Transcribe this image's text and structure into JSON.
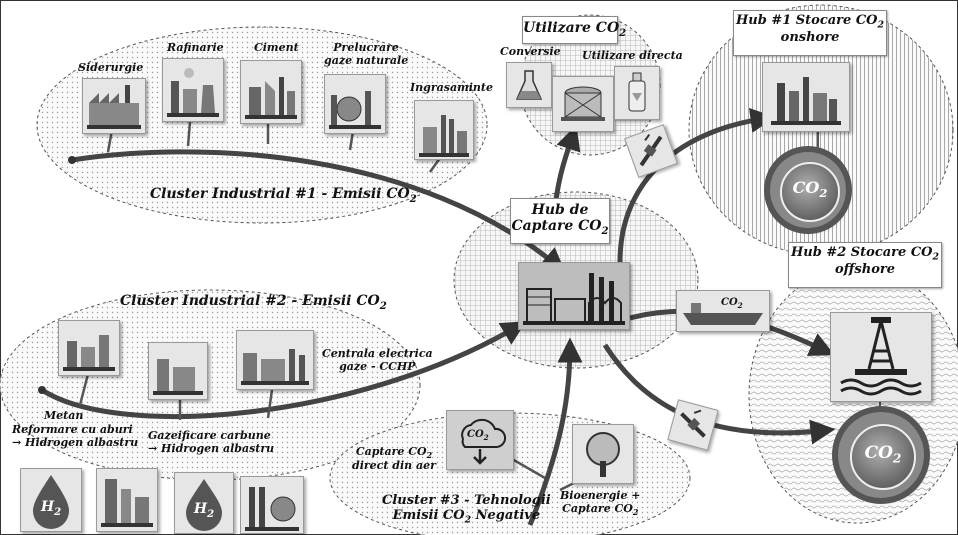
{
  "title_box": {
    "text": "Utilizare CO",
    "sub": "2"
  },
  "utilizare": {
    "conversie": "Conversie",
    "directa": "Utilizare directa"
  },
  "hub1": {
    "line1": "Hub #1 Stocare CO",
    "sub": "2",
    "line2": "onshore",
    "disc_text": "CO",
    "disc_sub": "2"
  },
  "hub2": {
    "line1": "Hub #2 Stocare CO",
    "sub": "2",
    "line2": "offshore",
    "disc_text": "CO",
    "disc_sub": "2"
  },
  "capture_hub": {
    "line1": "Hub de",
    "line2": "Captare CO",
    "sub": "2"
  },
  "ship_label": {
    "text": "CO",
    "sub": "2"
  },
  "cluster1": {
    "title": "Cluster Industrial #1 - Emisii CO",
    "sub": "2",
    "items": [
      "Siderurgie",
      "Rafinarie",
      "Ciment",
      "Prelucrare",
      "gaze naturale",
      "Ingrasaminte"
    ]
  },
  "cluster2": {
    "title": "Cluster Industrial #2 - Emisii CO",
    "sub": "2",
    "ccgt_line1": "Centrala electrica",
    "ccgt_line2": "gaze - CCHP",
    "metan_1": "Metan",
    "metan_2": "Reformare cu aburi",
    "metan_3": "→ Hidrogen albastru",
    "gaz_1": "Gazeificare carbune",
    "gaz_2": "→ Hidrogen albastru",
    "h2_text": "H",
    "h2_sub": "2"
  },
  "cluster3": {
    "title_1": "Cluster #3 - Tehnologii",
    "title_2": "Emisii CO",
    "title_2_sub": "2",
    "title_2_end": " Negative",
    "dac_1": "Captare CO",
    "dac_1_sub": "2",
    "dac_2": "direct din aer",
    "dac_icon_text": "CO",
    "dac_icon_sub": "2",
    "beccs_1": "Bioenergie +",
    "beccs_2": "Captare CO",
    "beccs_2_sub": "2"
  }
}
